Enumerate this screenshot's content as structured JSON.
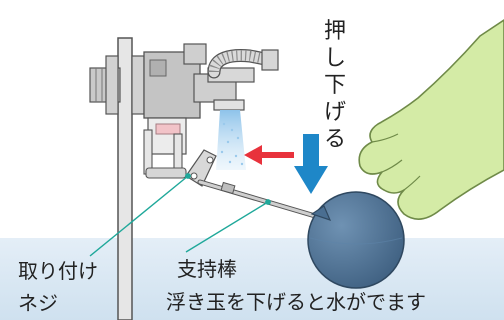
{
  "labels": {
    "push_down": "押し下げる",
    "mounting_screw_line1": "取り付け",
    "mounting_screw_line2": "ネジ",
    "support_rod": "支持棒",
    "caption": "浮き玉を下げると水がでます"
  },
  "colors": {
    "water": "#d6e6f2",
    "water_spray": "#a9d0ee",
    "tank_wall": "#e8e8e8",
    "valve_gray": "#bdbdbd",
    "float_ball": "#4a6e91",
    "glove": "#d4eba6",
    "glove_outline": "#6f8a48",
    "arrow_blue": "#1e87c8",
    "arrow_red": "#e8323c",
    "leader_line": "#1fa89a",
    "washer_pink": "#f2c3c8"
  }
}
